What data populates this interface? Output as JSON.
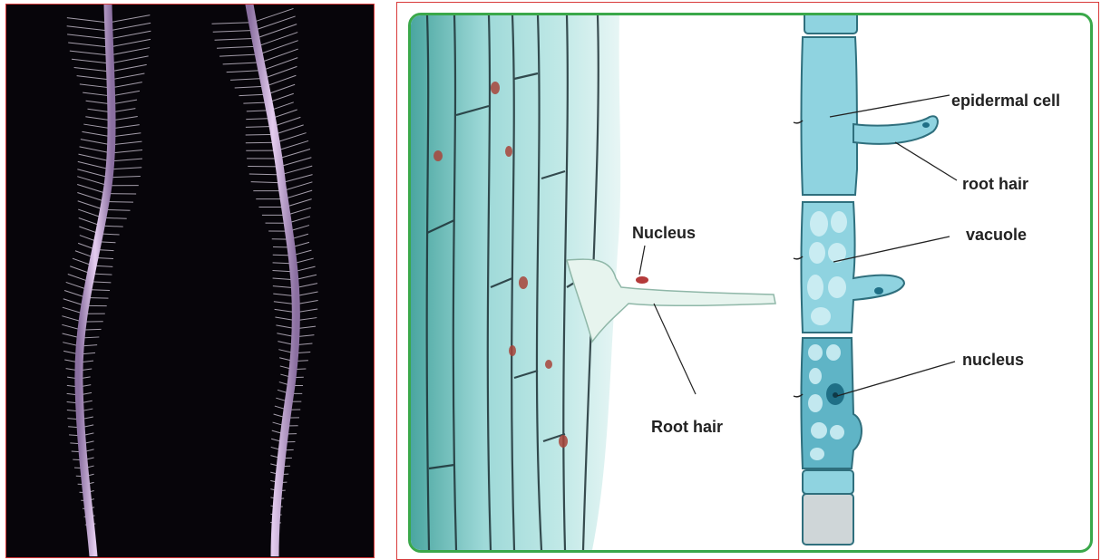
{
  "photo_labels": {
    "nucleus": "Nucleus",
    "root_hair": "Root hair"
  },
  "diagram_labels": {
    "epidermal_cell": "epidermal cell",
    "root_hair": "root hair",
    "vacuole": "vacuole",
    "nucleus": "nucleus"
  },
  "colors": {
    "left_frame_border": "#d93a3a",
    "right_frame_border": "#d93a3a",
    "inner_panel_border": "#3aa84a",
    "root_color": "#c7a8d6",
    "cell_fill": "#8fd3e0",
    "vacuole_fill": "#cdeef4",
    "nucleus_fill": "#1f6f86"
  }
}
